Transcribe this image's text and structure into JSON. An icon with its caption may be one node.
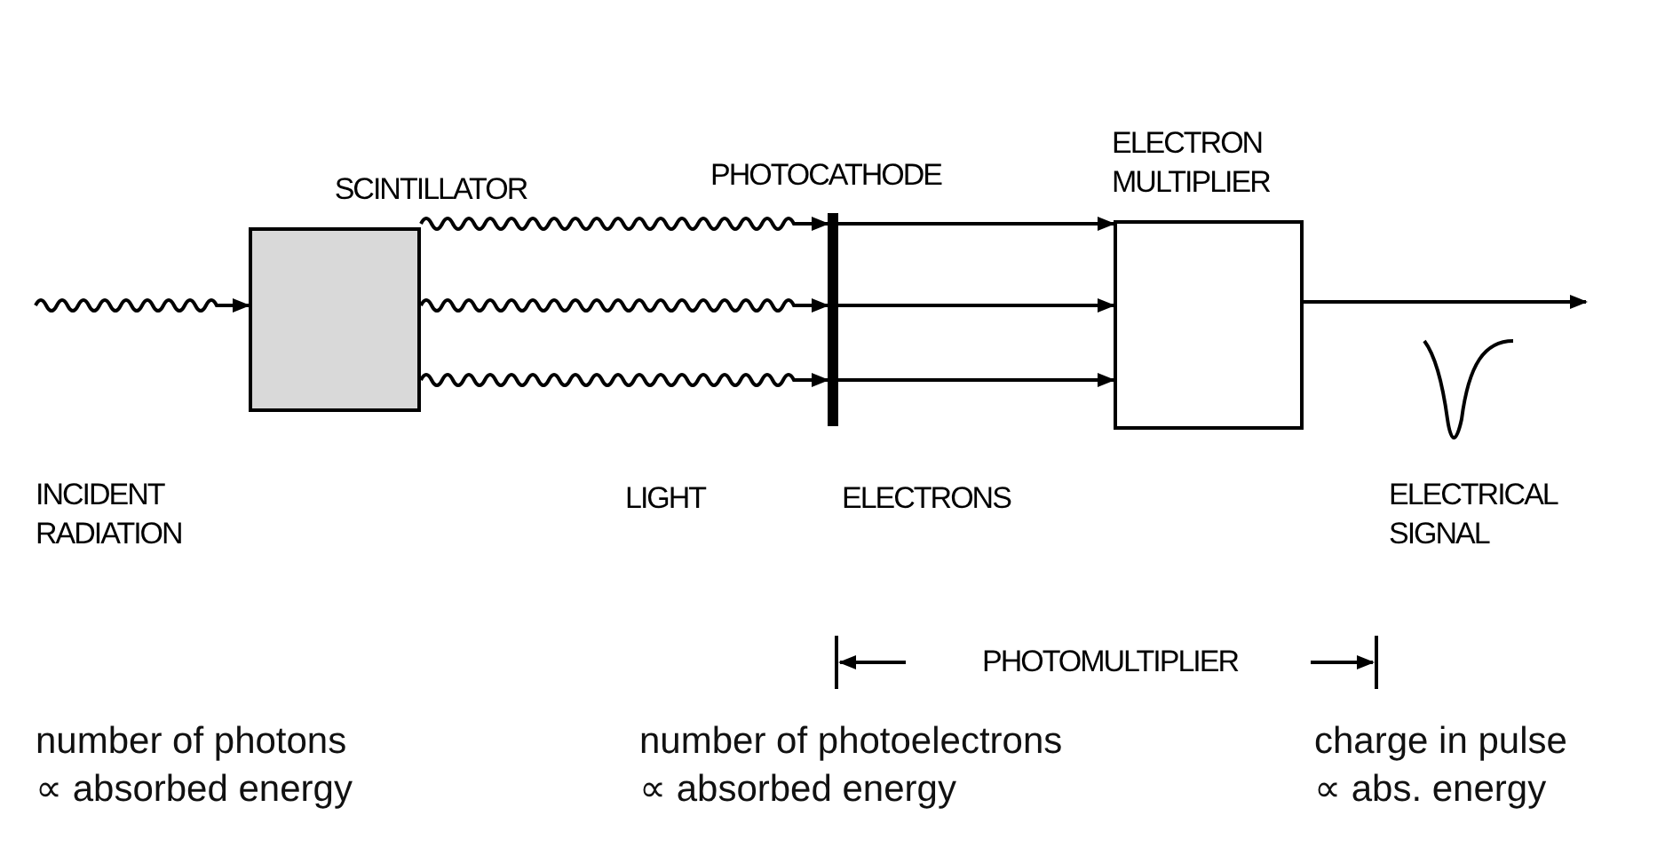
{
  "diagram": {
    "nodes": [
      {
        "text": [
          "SCINTILLATOR"
        ]
      },
      {
        "text": [
          "PHOTOCATHODE"
        ]
      },
      {
        "text": [
          "ELECTRON MULTIPLIER"
        ]
      }
    ],
    "edges": [
      {
        "from": null,
        "to": 0,
        "arrow": "to"
      },
      {
        "from": 0,
        "to": 1,
        "arrow": "to"
      },
      {
        "from": 0,
        "to": 1,
        "arrow": "to"
      },
      {
        "from": 0,
        "to": 1,
        "arrow": "to"
      },
      {
        "from": 1,
        "to": 2,
        "arrow": "to"
      },
      {
        "from": 1,
        "to": 2,
        "arrow": "to"
      },
      {
        "from": 1,
        "to": 2,
        "arrow": "to"
      },
      {
        "from": 2,
        "to": null,
        "arrow": "to"
      }
    ],
    "labels": [
      "INCIDENT RADIATION",
      "LIGHT",
      "ELECTRONS",
      "ELECTRICAL SIGNAL",
      "PHOTOMULTIPLIER",
      "number of photons ∝ absorbed energy",
      "number of photoelectrons ∝ absorbed energy",
      "charge in pulse ∝ abs. energy"
    ]
  }
}
